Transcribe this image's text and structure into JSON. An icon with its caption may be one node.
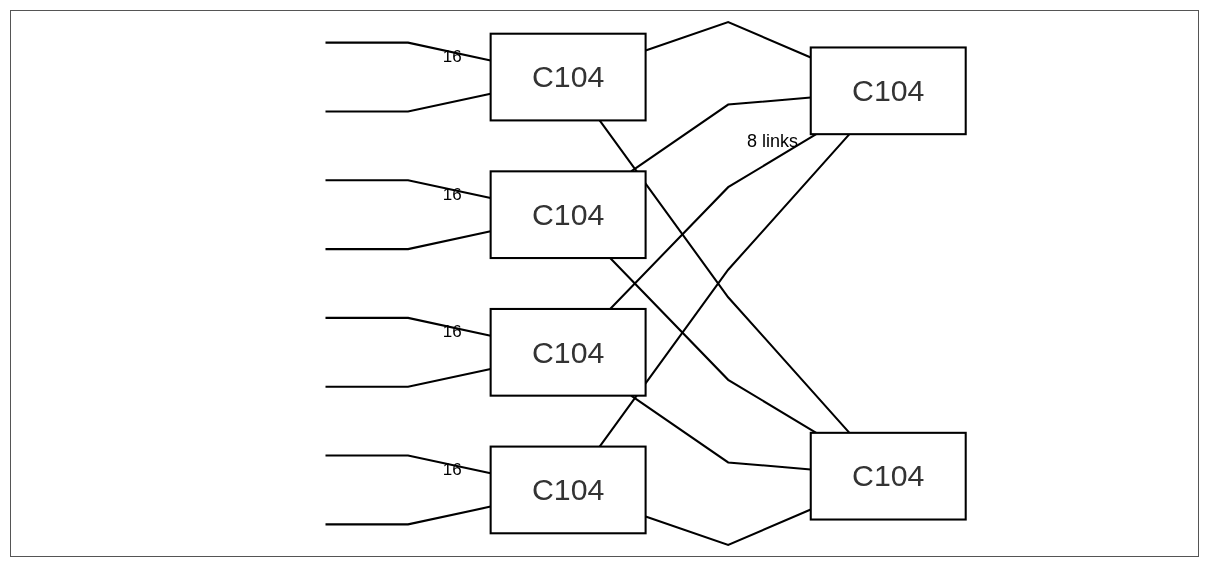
{
  "diagram": {
    "nodes": [
      {
        "text": [
          "C104"
        ],
        "beside": [
          "16"
        ]
      },
      {
        "text": [
          "C104"
        ],
        "beside": [
          "16"
        ]
      },
      {
        "text": [
          "C104"
        ],
        "beside": [
          "16"
        ]
      },
      {
        "text": [
          "C104"
        ],
        "beside": [
          "16"
        ]
      },
      {
        "text": [
          "C104"
        ]
      },
      {
        "text": [
          "C104"
        ]
      }
    ],
    "edges": [
      {
        "from": null,
        "to": 0,
        "arrow": "none"
      },
      {
        "from": null,
        "to": 0,
        "arrow": "none"
      },
      {
        "from": null,
        "to": 1,
        "arrow": "none"
      },
      {
        "from": null,
        "to": 1,
        "arrow": "none"
      },
      {
        "from": null,
        "to": 2,
        "arrow": "none"
      },
      {
        "from": null,
        "to": 2,
        "arrow": "none"
      },
      {
        "from": null,
        "to": 3,
        "arrow": "none"
      },
      {
        "from": null,
        "to": 3,
        "arrow": "none"
      },
      {
        "from": 0,
        "to": 4,
        "arrow": "none"
      },
      {
        "from": 0,
        "to": 5,
        "arrow": "none"
      },
      {
        "from": 1,
        "to": 4,
        "arrow": "none"
      },
      {
        "from": 1,
        "to": 5,
        "arrow": "none"
      },
      {
        "from": 2,
        "to": 4,
        "arrow": "none"
      },
      {
        "from": 2,
        "to": 5,
        "arrow": "none"
      },
      {
        "from": 3,
        "to": 4,
        "arrow": "none"
      },
      {
        "from": 3,
        "to": 5,
        "arrow": "none"
      }
    ],
    "labels": [
      "8 links"
    ]
  }
}
